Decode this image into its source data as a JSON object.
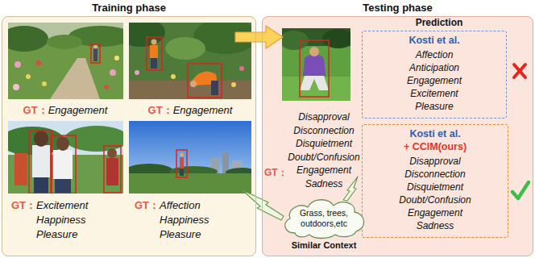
{
  "diagram": {
    "nodes": [
      {
        "text": [
          "Training phase"
        ]
      },
      {
        "text": [
          "Testing phase"
        ]
      },
      {
        "text": [
          "Kosti et al.",
          "Affection Anticipation Engagement Excitement Pleasure"
        ],
        "in": 1
      },
      {
        "text": [
          "Kosti et al.",
          "+ CCIM(ours)",
          "Disapproval Disconnection Disquietment Doubt/Confusion Engagement Sadness"
        ],
        "in": 1
      },
      {
        "text": [
          "Grass, trees, outdoors,etc",
          "Similar Context"
        ],
        "in": 1
      }
    ],
    "labels": [
      "GT：",
      "Engagement",
      "GT：",
      "Engagement",
      "GT：",
      "Excitement Happiness Pleasure",
      "GT：",
      "Affection Happiness Pleasure",
      "Prediction",
      "GT：",
      "Disapproval Disconnection Disquietment Doubt/Confusion Engagement Sadness"
    ]
  }
}
